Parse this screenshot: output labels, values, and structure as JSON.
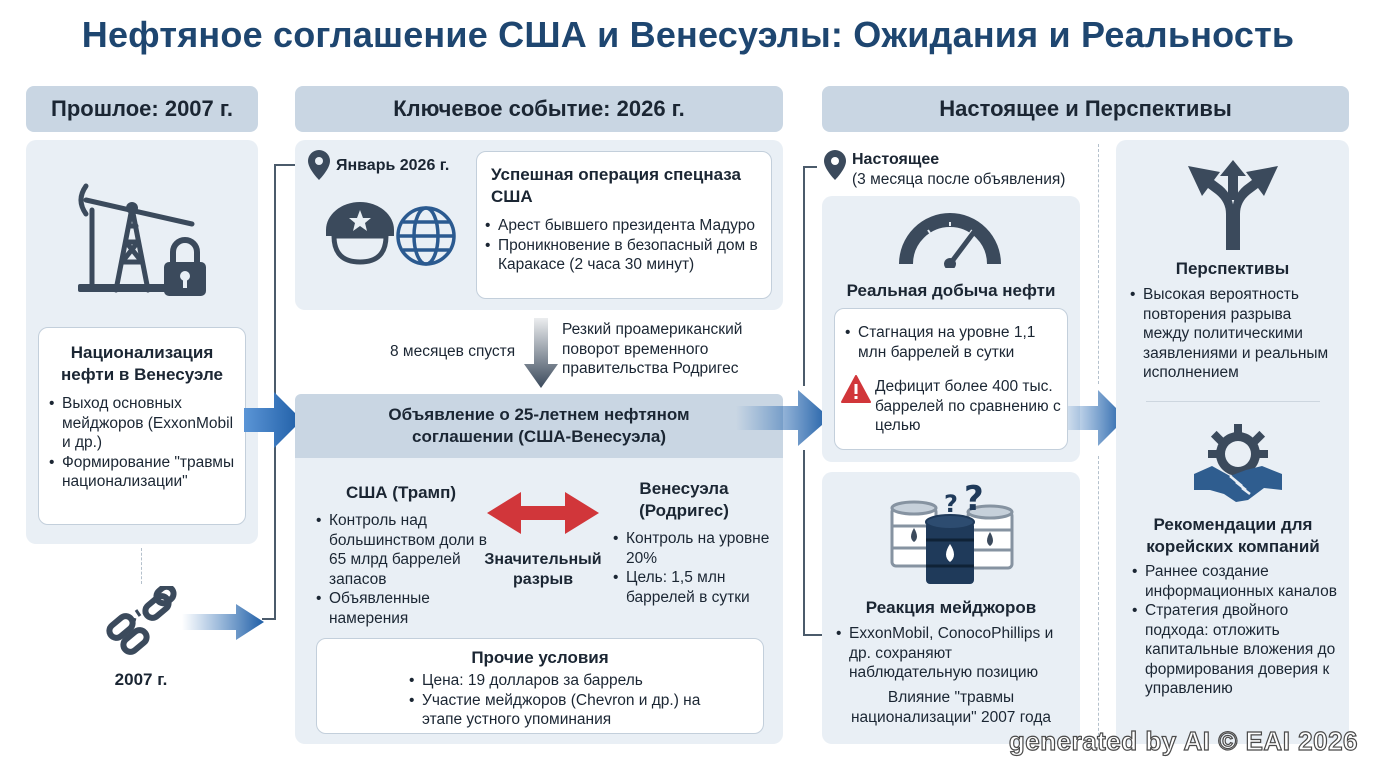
{
  "title": "Нефтяное соглашение США и Венесуэлы: Ожидания и Реальность",
  "columns": {
    "past": "Прошлое: 2007 г.",
    "key_event": "Ключевое событие: 2026 г.",
    "present": "Настоящее и Перспективы"
  },
  "past": {
    "card_title": "Национализация нефти в Венесуэле",
    "bullets": [
      "Выход основных мейджоров (ExxonMobil и др.)",
      "Формирование \"травмы национализации\""
    ],
    "year_label": "2007 г."
  },
  "event": {
    "date": "Январь 2026 г.",
    "op_title": "Успешная операция спецназа США",
    "op_bullets": [
      "Арест бывшего президента Мадуро",
      "Проникновение в безопасный дом в Каракасе (2 часа 30 минут)"
    ],
    "months_later": "8 месяцев спустя",
    "turn_note": "Резкий проамериканский поворот временного правительства Родригес",
    "announcement": "Объявление о 25-летнем нефтяном соглашении (США-Венесуэла)",
    "usa_title": "США (Трамп)",
    "usa_bullets": [
      "Контроль над большинством доли в 65 млрд баррелей запасов",
      "Объявленные намерения"
    ],
    "gap_label": "Значительный разрыв",
    "ven_title": "Венесуэла (Родригес)",
    "ven_bullets": [
      "Контроль на уровне 20%",
      "Цель: 1,5 млн баррелей в сутки"
    ],
    "other_title": "Прочие условия",
    "other_bullets": [
      "Цена: 19 долларов за баррель",
      "Участие мейджоров (Chevron и др.) на этапе устного упоминания"
    ]
  },
  "present": {
    "label": "Настоящее",
    "sublabel": "(3 месяца после объявления)",
    "oil_title": "Реальная добыча нефти",
    "oil_bullet": "Стагнация на уровне 1,1 млн баррелей в сутки",
    "oil_warning": "Дефицит более 400 тыс. баррелей по сравнению с целью",
    "majors_title": "Реакция мейджоров",
    "majors_bullet": "ExxonMobil, ConocoPhillips и др. сохраняют наблюдательную позицию",
    "majors_note": "Влияние \"травмы национализации\" 2007 года"
  },
  "outlook": {
    "title": "Перспективы",
    "bullets": [
      "Высокая вероятность повторения разрыва между политическими заявлениями и реальным исполнением"
    ],
    "rec_title": "Рекомендации для корейских компаний",
    "rec_bullets": [
      "Раннее создание информационных каналов",
      "Стратегия двойного подхода: отложить капитальные вложения до формирования доверия к управлению"
    ]
  },
  "watermark": "generated by AI © EAI 2026",
  "colors": {
    "title": "#1e4670",
    "header_bg": "#c9d6e3",
    "panel_bg": "#e9eff5",
    "arrow_blue": "#2d6fb8",
    "gap_red": "#d1363a",
    "icon_dark": "#3b4a5c"
  },
  "icons": [
    "oil-pump-icon",
    "padlock-icon",
    "broken-chain-icon",
    "location-pin-icon",
    "soldier-helmet-icon",
    "globe-icon",
    "gauge-icon",
    "warning-icon",
    "oil-barrels-icon",
    "question-marks-icon",
    "split-arrows-icon",
    "gear-handshake-icon"
  ]
}
